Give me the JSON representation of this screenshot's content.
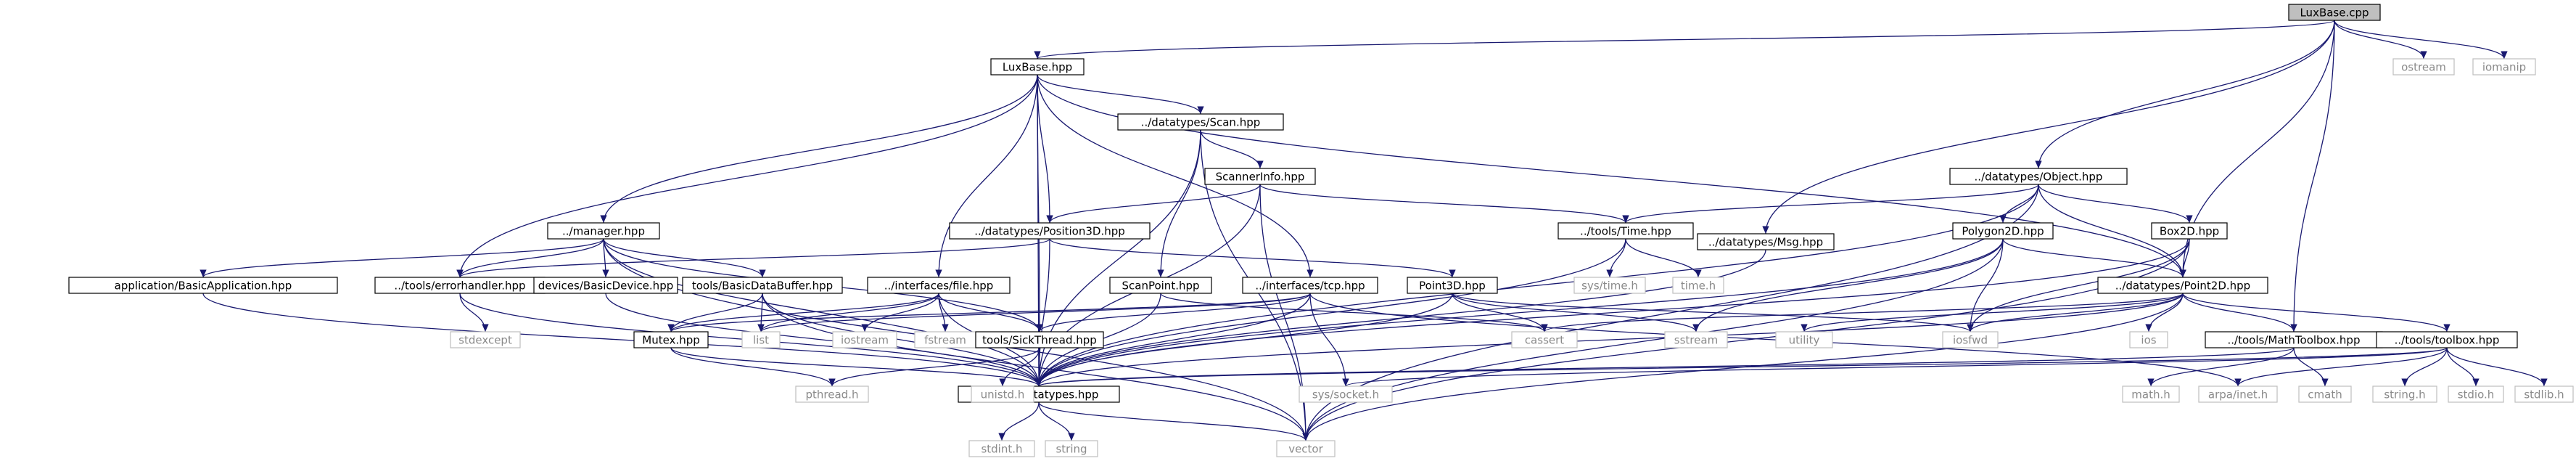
{
  "colors": {
    "edge": "#191970",
    "node_border": "#000000",
    "node_fill": "#ffffff",
    "root_fill": "#bfbfbf",
    "system_border": "#bfbfbf",
    "system_text": "#8a8a8a"
  },
  "nodes": {
    "root": "LuxBase.cpp",
    "luxbase_hpp": "LuxBase.hpp",
    "ostream": "ostream",
    "iomanip": "iomanip",
    "scan_hpp": "../datatypes/Scan.hpp",
    "object_hpp": "../datatypes/Object.hpp",
    "msg_hpp": "../datatypes/Msg.hpp",
    "scannerinfo_hpp": "ScannerInfo.hpp",
    "manager_hpp": "../manager.hpp",
    "position3d_hpp": "../datatypes/Position3D.hpp",
    "time_hpp": "../tools/Time.hpp",
    "polygon2d_hpp": "Polygon2D.hpp",
    "box2d_hpp": "Box2D.hpp",
    "basicapplication_hpp": "application/BasicApplication.hpp",
    "errorhandler_hpp": "../tools/errorhandler.hpp",
    "basicdevice_hpp": "devices/BasicDevice.hpp",
    "basicdatabuffer_hpp": "tools/BasicDataBuffer.hpp",
    "file_hpp": "../interfaces/file.hpp",
    "scanpoint_hpp": "ScanPoint.hpp",
    "tcp_hpp": "../interfaces/tcp.hpp",
    "point3d_hpp": "Point3D.hpp",
    "systime_h": "sys/time.h",
    "time_h": "time.h",
    "point2d_hpp": "../datatypes/Point2D.hpp",
    "stdexcept": "stdexcept",
    "mutex_hpp": "Mutex.hpp",
    "list": "list",
    "iostream": "iostream",
    "fstream": "fstream",
    "sickthread_hpp": "tools/SickThread.hpp",
    "cassert": "cassert",
    "sstream": "sstream",
    "utility": "utility",
    "iosfwd": "iosfwd",
    "ios": "ios",
    "mathtoolbox_hpp": "../tools/MathToolbox.hpp",
    "toolbox_hpp": "../tools/toolbox.hpp",
    "basicdatatypes_hpp": "../BasicDatatypes.hpp",
    "pthread_h": "pthread.h",
    "unistd_h": "unistd.h",
    "syssocket_h": "sys/socket.h",
    "math_h": "math.h",
    "arpainet_h": "arpa/inet.h",
    "cmath": "cmath",
    "string_h": "string.h",
    "stdio_h": "stdio.h",
    "stdlib_h": "stdlib.h",
    "stdint_h": "stdint.h",
    "string": "string",
    "vector": "vector"
  }
}
